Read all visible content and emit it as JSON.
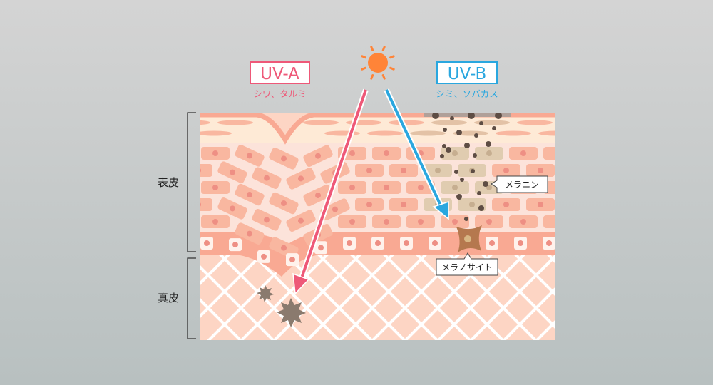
{
  "uva": {
    "label": "UV-A",
    "effect": "シワ、タルミ",
    "color": "#EE5878"
  },
  "uvb": {
    "label": "UV-B",
    "effect": "シミ、ソバカス",
    "color": "#2AA7DF"
  },
  "layers": {
    "epidermis": "表皮",
    "dermis": "真皮"
  },
  "callouts": {
    "melanin": "メラニン",
    "melanocyte": "メラノサイト"
  },
  "colors": {
    "sun": "#FF8438",
    "skin_surface": "#F9A993",
    "cell": "#F9B7A0",
    "dermis": "#FDD5C4",
    "melanin": "#5E4D44",
    "melanocyte": "#B5784E"
  }
}
